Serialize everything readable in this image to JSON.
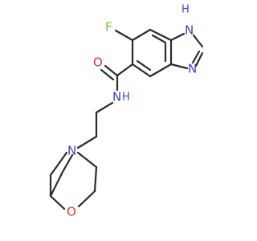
{
  "molecule": {
    "atoms": {
      "fluorine": "F",
      "carbonyl_oxygen": "O",
      "amide_nitrogen": "N",
      "amide_hydrogen": "H",
      "imidazole_nh_hydrogen": "H",
      "imidazole_nh_nitrogen": "N",
      "imidazole_n": "N",
      "ring_nitrogen": "N",
      "ring_oxygen": "O"
    }
  },
  "colors": {
    "bond": "#2b2b2b",
    "carbon_hetero_text": "#2b2b2b",
    "fluorine": "#7ab93e",
    "oxygen": "#e8322d",
    "nitrogen": "#3446d6"
  }
}
